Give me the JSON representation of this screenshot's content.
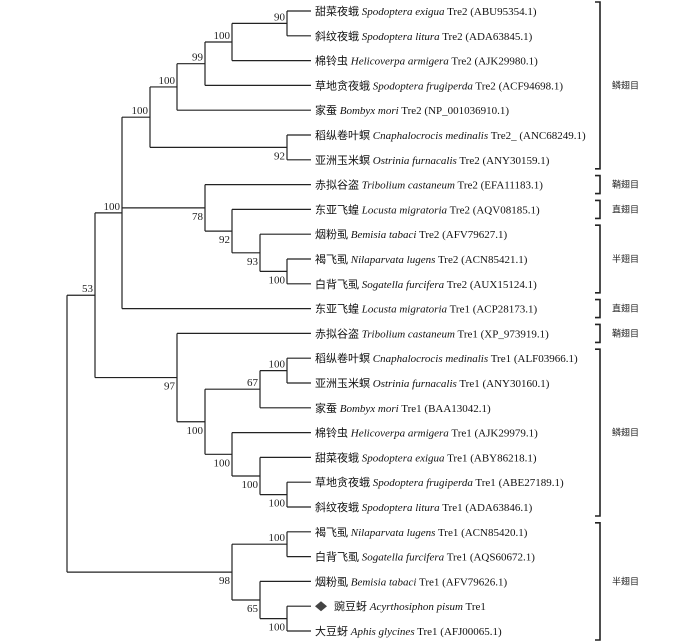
{
  "tree": {
    "id": "root",
    "bootstrap": null,
    "children": [
      {
        "id": "A",
        "bootstrap": "53",
        "children": [
          {
            "id": "B",
            "bootstrap": "100",
            "children": [
              {
                "id": "D",
                "bootstrap": "100",
                "children": [
                  {
                    "id": "F",
                    "bootstrap": "100",
                    "children": [
                      {
                        "id": "H",
                        "bootstrap": "99",
                        "children": [
                          {
                            "id": "I",
                            "bootstrap": "100",
                            "children": [
                              {
                                "id": "J",
                                "bootstrap": "90",
                                "children": [
                                  {
                                    "leaf": 0
                                  },
                                  {
                                    "leaf": 1
                                  }
                                ]
                              },
                              {
                                "leaf": 2
                              }
                            ]
                          },
                          {
                            "leaf": 3
                          }
                        ]
                      },
                      {
                        "leaf": 4
                      }
                    ]
                  },
                  {
                    "id": "G",
                    "bootstrap": "92",
                    "children": [
                      {
                        "leaf": 5
                      },
                      {
                        "leaf": 6
                      }
                    ]
                  }
                ]
              },
              {
                "id": "E",
                "bootstrap": "78",
                "children": [
                  {
                    "leaf": 7
                  },
                  {
                    "id": "K",
                    "bootstrap": "92",
                    "children": [
                      {
                        "leaf": 8
                      },
                      {
                        "id": "L",
                        "bootstrap": "93",
                        "children": [
                          {
                            "leaf": 9
                          },
                          {
                            "id": "M",
                            "bootstrap": "100",
                            "children": [
                              {
                                "leaf": 10
                              },
                              {
                                "leaf": 11
                              }
                            ]
                          }
                        ]
                      }
                    ]
                  }
                ]
              },
              {
                "leaf": 12
              }
            ]
          },
          {
            "id": "C",
            "bootstrap": "97",
            "children": [
              {
                "leaf": 13
              },
              {
                "id": "N",
                "bootstrap": "100",
                "children": [
                  {
                    "id": "O",
                    "bootstrap": "67",
                    "children": [
                      {
                        "id": "Q",
                        "bootstrap": "100",
                        "children": [
                          {
                            "leaf": 14
                          },
                          {
                            "leaf": 15
                          }
                        ]
                      },
                      {
                        "leaf": 16
                      }
                    ]
                  },
                  {
                    "id": "P",
                    "bootstrap": "100",
                    "children": [
                      {
                        "leaf": 17
                      },
                      {
                        "id": "R",
                        "bootstrap": "100",
                        "children": [
                          {
                            "leaf": 18
                          },
                          {
                            "id": "S",
                            "bootstrap": "100",
                            "children": [
                              {
                                "leaf": 19
                              },
                              {
                                "leaf": 20
                              }
                            ]
                          }
                        ]
                      }
                    ]
                  }
                ]
              }
            ]
          }
        ]
      },
      {
        "id": "Z",
        "bootstrap": "98",
        "children": [
          {
            "id": "T",
            "bootstrap": "100",
            "children": [
              {
                "leaf": 21
              },
              {
                "leaf": 22
              }
            ]
          },
          {
            "id": "U",
            "bootstrap": "65",
            "children": [
              {
                "leaf": 23
              },
              {
                "id": "V",
                "bootstrap": "100",
                "children": [
                  {
                    "leaf": 24
                  },
                  {
                    "leaf": 25
                  }
                ]
              }
            ]
          }
        ]
      }
    ]
  },
  "leaves": [
    {
      "cn": "甜菜夜蛾",
      "species": "Spodoptera exigua",
      "gene": "Tre2",
      "acc": "(ABU95354.1)"
    },
    {
      "cn": "斜纹夜蛾",
      "species": "Spodoptera litura",
      "gene": "Tre2",
      "acc": "(ADA63845.1)"
    },
    {
      "cn": "棉铃虫",
      "species": "Helicoverpa armigera",
      "gene": "Tre2",
      "acc": "(AJK29980.1)"
    },
    {
      "cn": "草地贪夜蛾",
      "species": "Spodoptera frugiperda",
      "gene": "Tre2",
      "acc": "(ACF94698.1)"
    },
    {
      "cn": "家蚕",
      "species": "Bombyx mori",
      "gene": "Tre2",
      "acc": "(NP_001036910.1)"
    },
    {
      "cn": "稻纵卷叶螟",
      "species": "Cnaphalocrocis medinalis",
      "gene": "Tre2_",
      "acc": "(ANC68249.1)"
    },
    {
      "cn": "亚洲玉米螟",
      "species": "Ostrinia furnacalis",
      "gene": "Tre2",
      "acc": "(ANY30159.1)"
    },
    {
      "cn": "赤拟谷盗",
      "species": "Tribolium castaneum",
      "gene": "Tre2",
      "acc": "(EFA11183.1)"
    },
    {
      "cn": "东亚飞蝗",
      "species": "Locusta migratoria",
      "gene": "Tre2",
      "acc": "(AQV08185.1)"
    },
    {
      "cn": "烟粉虱",
      "species": "Bemisia tabaci",
      "gene": "Tre2",
      "acc": "(AFV79627.1)"
    },
    {
      "cn": "褐飞虱",
      "species": "Nilaparvata lugens",
      "gene": "Tre2",
      "acc": "(ACN85421.1)"
    },
    {
      "cn": "白背飞虱",
      "species": "Sogatella furcifera",
      "gene": "Tre2",
      "acc": "(AUX15124.1)"
    },
    {
      "cn": "东亚飞蝗",
      "species": "Locusta migratoria",
      "gene": "Tre1",
      "acc": "(ACP28173.1)"
    },
    {
      "cn": "赤拟谷盗",
      "species": "Tribolium castaneum",
      "gene": "Tre1",
      "acc": "(XP_973919.1)"
    },
    {
      "cn": "稻纵卷叶螟",
      "species": "Cnaphalocrocis medinalis",
      "gene": "Tre1",
      "acc": "(ALF03966.1)"
    },
    {
      "cn": "亚洲玉米螟",
      "species": "Ostrinia furnacalis",
      "gene": "Tre1",
      "acc": "(ANY30160.1)"
    },
    {
      "cn": "家蚕",
      "species": "Bombyx mori",
      "gene": "Tre1",
      "acc": "(BAA13042.1)"
    },
    {
      "cn": "棉铃虫",
      "species": "Helicoverpa armigera",
      "gene": "Tre1",
      "acc": "(AJK29979.1)"
    },
    {
      "cn": "甜菜夜蛾",
      "species": "Spodoptera exigua",
      "gene": "Tre1",
      "acc": "(ABY86218.1)"
    },
    {
      "cn": "草地贪夜蛾",
      "species": "Spodoptera frugiperda",
      "gene": "Tre1",
      "acc": "(ABE27189.1)"
    },
    {
      "cn": "斜纹夜蛾",
      "species": "Spodoptera litura",
      "gene": "Tre1",
      "acc": "(ADA63846.1)"
    },
    {
      "cn": "褐飞虱",
      "species": "Nilaparvata lugens",
      "gene": "Tre1",
      "acc": "(ACN85420.1)"
    },
    {
      "cn": "白背飞虱",
      "species": "Sogatella furcifera",
      "gene": "Tre1",
      "acc": "(AQS60672.1)"
    },
    {
      "cn": "烟粉虱",
      "species": "Bemisia tabaci",
      "gene": "Tre1",
      "acc": "(AFV79626.1)"
    },
    {
      "cn": "豌豆蚜",
      "species": "Acyrthosiphon pisum",
      "gene": "Tre1",
      "acc": "",
      "marker": "diamond"
    },
    {
      "cn": "大豆蚜",
      "species": "Aphis glycines",
      "gene": "Tre1",
      "acc": "(AFJ00065.1)"
    }
  ],
  "groups": [
    {
      "label": "鳞翅目",
      "from": 0,
      "to": 6
    },
    {
      "label": "鞘翅目",
      "from": 7,
      "to": 7
    },
    {
      "label": "直翅目",
      "from": 8,
      "to": 8
    },
    {
      "label": "半翅目",
      "from": 9,
      "to": 11
    },
    {
      "label": "直翅目",
      "from": 12,
      "to": 12
    },
    {
      "label": "鞘翅目",
      "from": 13,
      "to": 13
    },
    {
      "label": "鳞翅目",
      "from": 14,
      "to": 20
    },
    {
      "label": "半翅目",
      "from": 21,
      "to": 25
    }
  ]
}
